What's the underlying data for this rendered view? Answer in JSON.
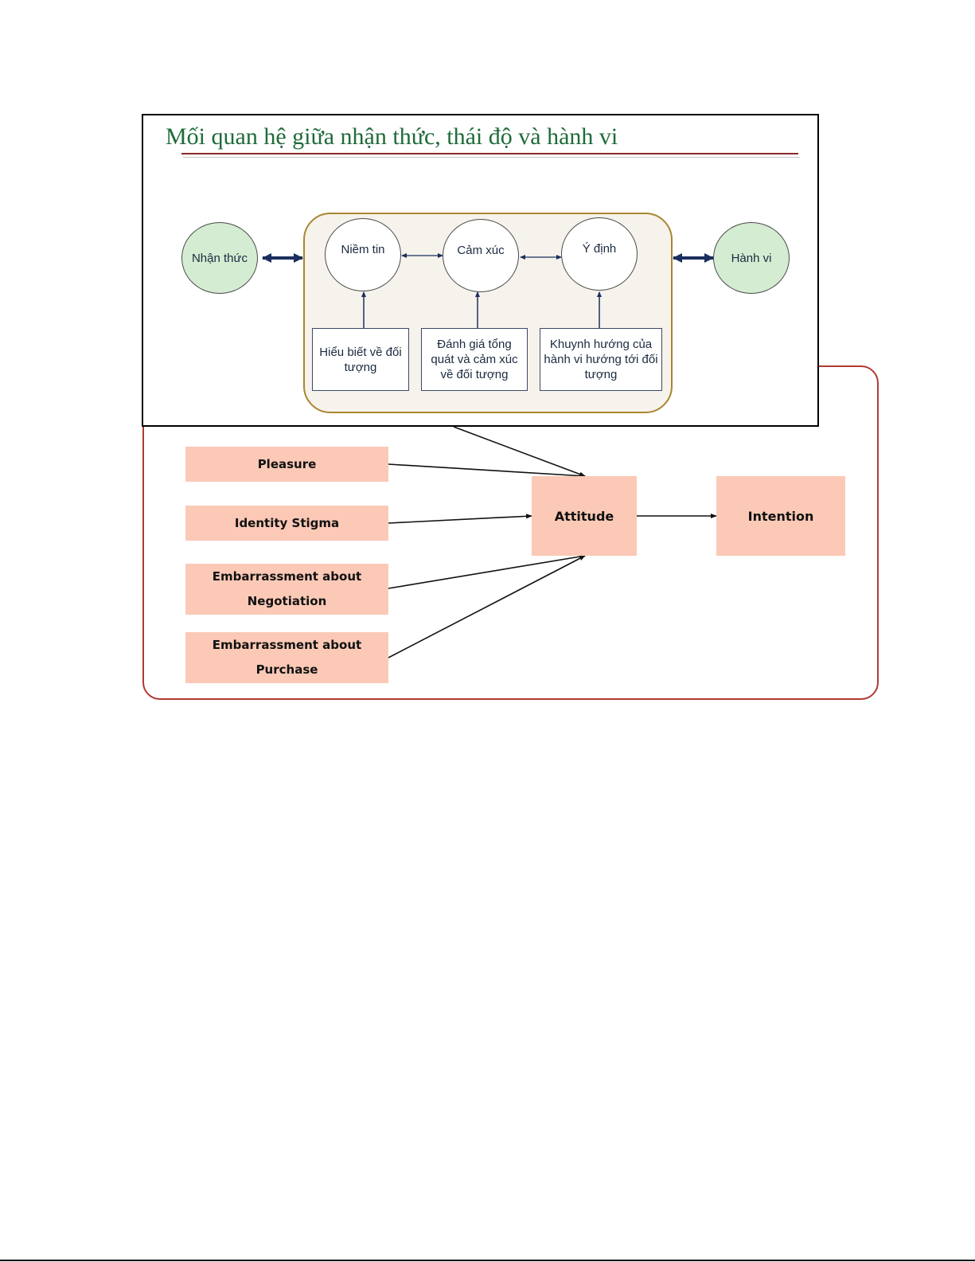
{
  "inset": {
    "title": "Mối quan hệ giữa nhận thức, thái độ và hành vi",
    "outer_nodes": {
      "left": "Nhận thức",
      "right": "Hành vi"
    },
    "attitude_components": [
      {
        "label": "Niềm tin",
        "description": "Hiểu biết về đối tượng"
      },
      {
        "label": "Cảm xúc",
        "description": "Đánh giá tổng quát và cảm xúc về đối tượng"
      },
      {
        "label": "Ý định",
        "description": "Khuynh hướng của hành vi hướng tới đối tượng"
      }
    ],
    "colors": {
      "title": "#1f6b3a",
      "outer_node_fill": "#d4ecd1",
      "panel_fill": "#f6f2ec",
      "panel_border": "#a9862f",
      "arrow": "#1b2f5e"
    }
  },
  "model": {
    "factors": [
      "Pleasure",
      "Identity Stigma",
      "Embarrassment about Negotiation",
      "Embarrassment about Purchase"
    ],
    "factor_lines": [
      [
        "Pleasure"
      ],
      [
        "Identity Stigma"
      ],
      [
        "Embarrassment about",
        "Negotiation"
      ],
      [
        "Embarrassment about",
        "Purchase"
      ]
    ],
    "mediator": "Attitude",
    "outcome": "Intention",
    "colors": {
      "box_fill": "#fbc9b6",
      "frame_border": "#b03a33",
      "arrow": "#111111"
    }
  }
}
